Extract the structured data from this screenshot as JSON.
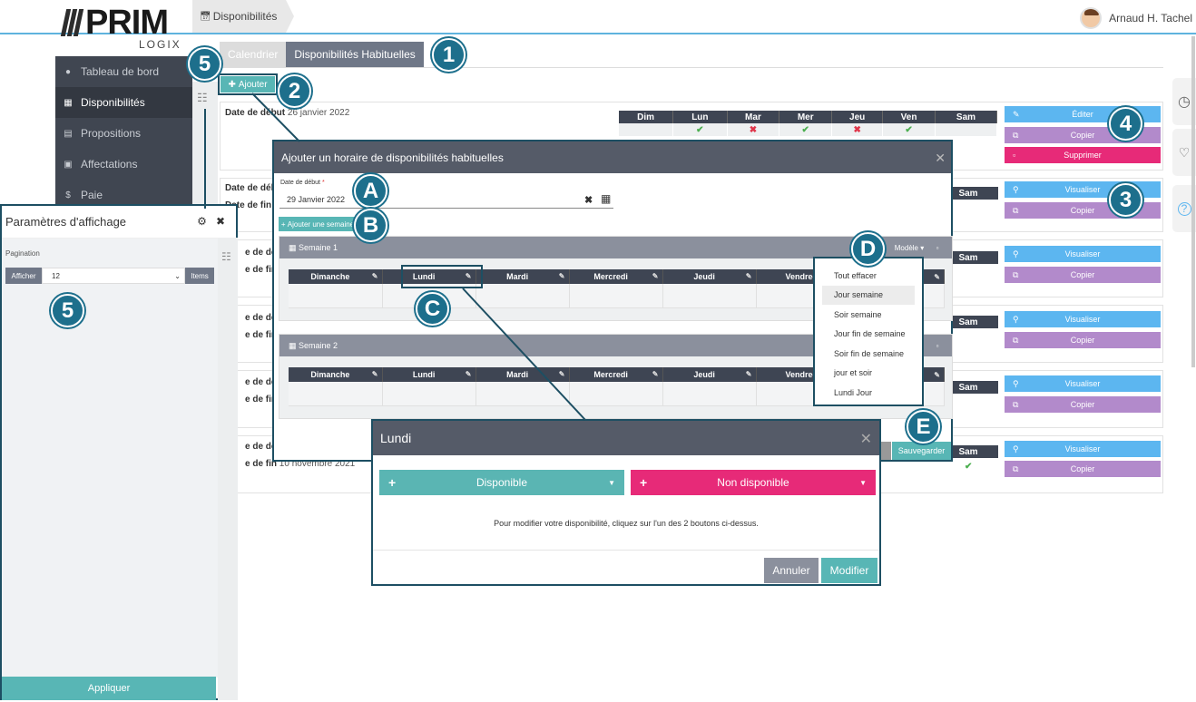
{
  "header": {
    "logo_word": "PRIM",
    "logo_sub": "LOGIX",
    "breadcrumb": "Disponibilités",
    "user_name": "Arnaud H. Tachel"
  },
  "sidebar": {
    "items": [
      {
        "label": "Tableau de bord",
        "icon": "dashboard-icon"
      },
      {
        "label": "Disponibilités",
        "icon": "calendar-icon"
      },
      {
        "label": "Propositions",
        "icon": "id-card-icon"
      },
      {
        "label": "Affectations",
        "icon": "briefcase-icon"
      },
      {
        "label": "Paie",
        "icon": "dollar-icon"
      }
    ]
  },
  "tabs": {
    "calendar": "Calendrier",
    "habitual": "Disponibilités Habituelles"
  },
  "add_button": "Ajouter",
  "list": {
    "start_label": "Date de début",
    "start_label_short": "Date de déb",
    "end_label_short": "Date de fin",
    "end_label_cut": "e de fin",
    "start_label_cut": "e de déb",
    "first_date": "26 janvier 2022",
    "last_end_date": "10 novembre 2021",
    "days": [
      "Dim",
      "Lun",
      "Mar",
      "Mer",
      "Jeu",
      "Ven",
      "Sam"
    ],
    "first_row_marks": [
      "",
      "check",
      "cross",
      "check",
      "cross",
      "check",
      ""
    ]
  },
  "actions": {
    "edit": "Éditer",
    "copy": "Copier",
    "delete": "Supprimer",
    "view": "Visualiser"
  },
  "modal": {
    "title": "Ajouter un horaire de disponibilités habituelles",
    "date_label": "Date de début",
    "date_value": "29 Janvier 2022",
    "add_week": "Ajouter une semaine",
    "week1": "Semaine 1",
    "week2": "Semaine 2",
    "model": "Modèle",
    "days": [
      "Dimanche",
      "Lundi",
      "Mardi",
      "Mercredi",
      "Jeudi",
      "Vendredi"
    ],
    "save": "Sauvegarder"
  },
  "dropdown": {
    "options": [
      "Tout effacer",
      "Jour semaine",
      "Soir semaine",
      "Jour fin de semaine",
      "Soir fin de semaine",
      "jour et soir",
      "Lundi Jour"
    ]
  },
  "lundi_modal": {
    "title": "Lundi",
    "available": "Disponible",
    "unavailable": "Non disponible",
    "message": "Pour modifier votre disponibilité, cliquez sur l'un des 2 boutons ci-dessus.",
    "cancel": "Annuler",
    "modify": "Modifier"
  },
  "params": {
    "title": "Paramètres d'affichage",
    "pagination": "Pagination",
    "show": "Afficher",
    "value": "12",
    "items": "Items",
    "apply": "Appliquer"
  },
  "badges": [
    "1",
    "2",
    "3",
    "4",
    "5",
    "5",
    "A",
    "B",
    "C",
    "D",
    "E"
  ],
  "colors": {
    "teal": "#58b6b5",
    "blue": "#5cb6f0",
    "purple": "#b28acb",
    "pink": "#e72a78",
    "navy": "#1d4f63"
  }
}
